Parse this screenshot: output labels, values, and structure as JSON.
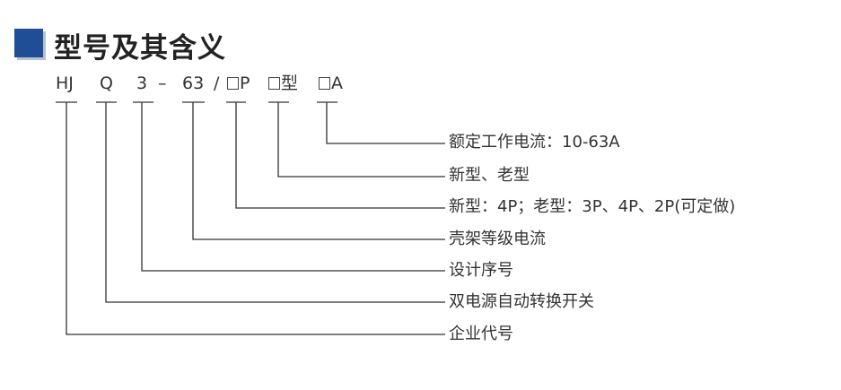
{
  "heading": {
    "title": "型号及其含义",
    "accent_color": "#1f4e96"
  },
  "model_code": {
    "parts": [
      {
        "id": "hj",
        "text": "HJ"
      },
      {
        "id": "q",
        "text": "Q"
      },
      {
        "id": "3",
        "text": "3"
      },
      {
        "id": "dash",
        "text": "–"
      },
      {
        "id": "63",
        "text": "63"
      },
      {
        "id": "slash",
        "text": "/"
      },
      {
        "id": "p",
        "text": "P",
        "box_before": true
      },
      {
        "id": "type",
        "text": "型",
        "box_before": true
      },
      {
        "id": "a",
        "text": "A",
        "box_before": true
      }
    ]
  },
  "descriptions": [
    {
      "id": "current",
      "text": "额定工作电流：10-63A"
    },
    {
      "id": "type",
      "text": "新型、老型"
    },
    {
      "id": "poles",
      "text": "新型：4P；老型：3P、4P、2P(可定做)"
    },
    {
      "id": "frame",
      "text": "壳架等级电流"
    },
    {
      "id": "design",
      "text": "设计序号"
    },
    {
      "id": "function",
      "text": "双电源自动转换开关"
    },
    {
      "id": "company",
      "text": "企业代号"
    }
  ]
}
